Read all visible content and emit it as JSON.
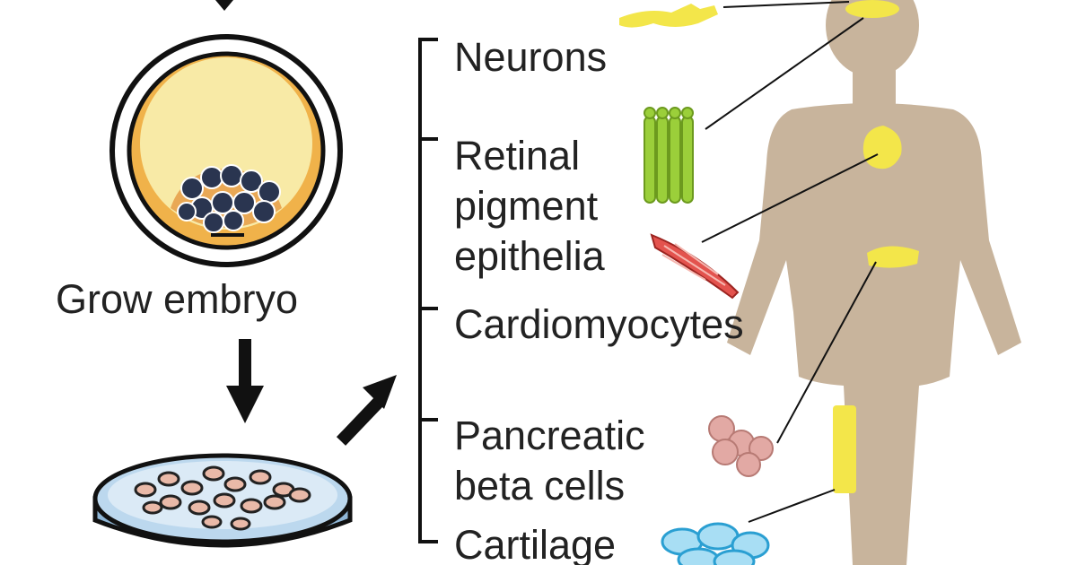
{
  "labels": {
    "grow_embryo": "Grow embryo",
    "neurons": "Neurons",
    "retinal_line1": "Retinal",
    "retinal_line2": "pigment",
    "retinal_line3": "epithelia",
    "cardiomyocytes": "Cardiomyocytes",
    "pancreatic_line1": "Pancreatic",
    "pancreatic_line2": "beta cells",
    "cartilage": "Cartilage"
  },
  "colors": {
    "body": "#c8b49c",
    "organ_highlight": "#f3e64a",
    "embryo_fill": "#f8eaa6",
    "embryo_rim": "#f0b24a",
    "dish": "#bcd8ee",
    "retinal_cells": "#9bcf3a",
    "cardiac_muscle": "#e3534e",
    "beta_cells": "#e2a9a4",
    "cartilage_cells": "#68c8ec",
    "text": "#222222"
  },
  "icons": [
    "down-arrow-icon",
    "diagonal-arrow-icon",
    "bracket-icon"
  ]
}
